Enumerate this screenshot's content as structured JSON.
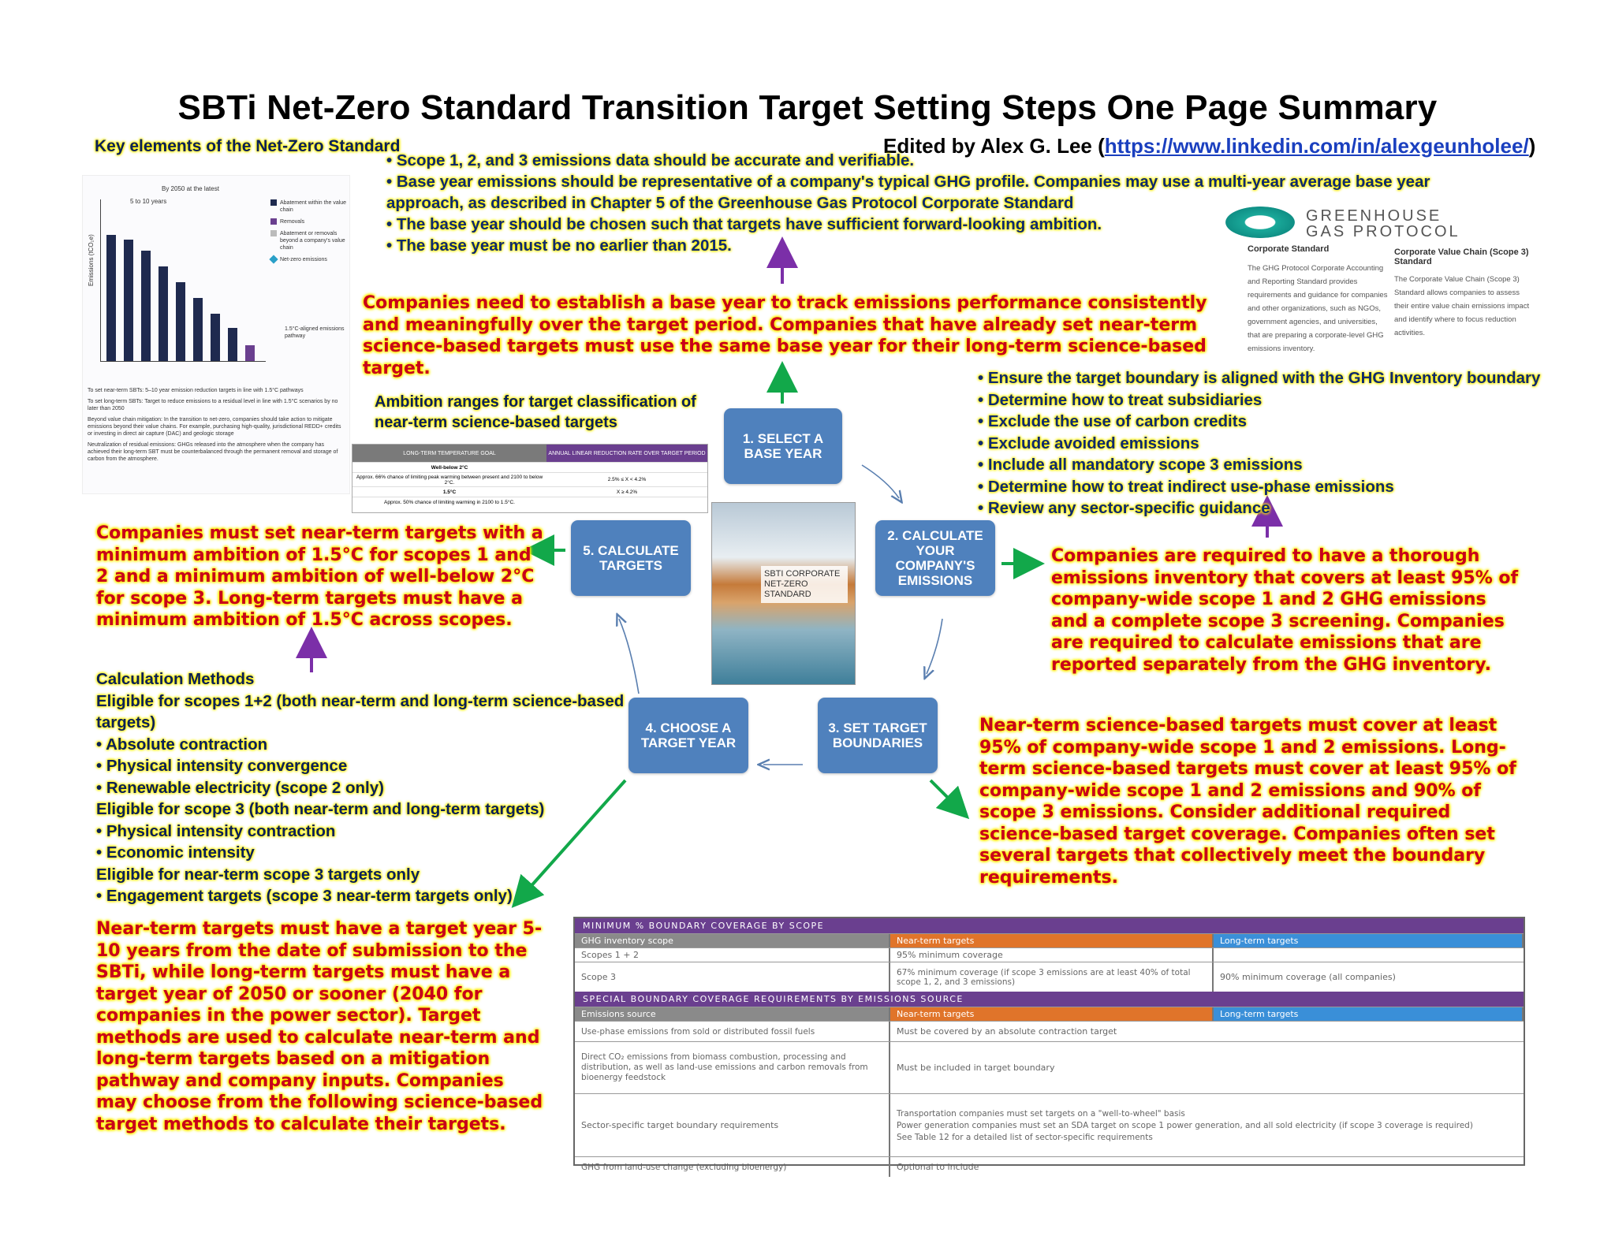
{
  "title": "SBTi Net-Zero Standard Transition Target Setting Steps One Page Summary",
  "edited": {
    "prefix": "Edited by Alex G. Lee (",
    "link": "https://www.linkedin.com/in/alexgeunholee/",
    "suffix": ")"
  },
  "key_elements": {
    "heading": "Key elements of the Net-Zero Standard",
    "legend": [
      "Abatement within the value chain",
      "Removals",
      "Abatement or removals beyond a company's value chain",
      "Net-zero emissions"
    ],
    "axis_label": "Emissions (tCO₂e)",
    "by2050": "By 2050 at the latest",
    "years": "5 to 10 years",
    "pathway": "1.5°C-aligned emissions pathway",
    "notes": [
      "To set near-term SBTs: 5–10 year emission reduction targets in line with 1.5°C pathways",
      "To set long-term SBTs: Target to reduce emissions to a residual level in line with 1.5°C scenarios by no later than 2050",
      "Beyond value chain mitigation: In the transition to net-zero, companies should take action to mitigate emissions beyond their value chains. For example, purchasing high-quality, jurisdictional REDD+ credits or investing in direct air capture (DAC) and geologic storage",
      "Neutralization of residual emissions: GHGs released into the atmosphere when the company has achieved their long-term SBT must be counterbalanced through the permanent removal and storage of carbon from the atmosphere."
    ]
  },
  "base_year_bullets": [
    "Scope 1, 2, and 3 emissions data should be accurate and verifiable.",
    "Base year emissions should be representative of a company's typical GHG profile. Companies may use a multi-year average base year approach, as described in Chapter 5 of the Greenhouse Gas Protocol Corporate Standard",
    "The base year should be chosen such that targets have sufficient forward-looking ambition.",
    "The base year must be no earlier than 2015."
  ],
  "base_year_red": "Companies need to establish a base year to track emissions performance consistently and meaningfully over the target period. Companies that have already set near-term science-based targets must use the same base year for their long-term science-based target.",
  "ambition": {
    "heading": "Ambition ranges for target classification of near-term science-based targets",
    "col1": "LONG-TERM TEMPERATURE GOAL",
    "col2": "ANNUAL LINEAR REDUCTION RATE OVER TARGET PERIOD",
    "r1a": "Well-below 2°C",
    "r1b": "Approx. 66% chance of limiting peak warming between present and 2100 to below 2°C.",
    "r1c": "2.5% ≤ X < 4.2%",
    "r2a": "1.5°C",
    "r2b": "Approx. 50% chance of limiting warming in 2100 to 1.5°C.",
    "r2c": "X ≥ 4.2%"
  },
  "book": "SBTI CORPORATE NET-ZERO STANDARD",
  "steps": {
    "s1": "1. SELECT A BASE YEAR",
    "s2": "2. CALCULATE YOUR COMPANY'S EMISSIONS",
    "s3": "3. SET TARGET BOUNDARIES",
    "s4": "4. CHOOSE A TARGET YEAR",
    "s5": "5. CALCULATE TARGETS"
  },
  "ghg": {
    "logo_line1": "GREENHOUSE",
    "logo_line2": "GAS PROTOCOL",
    "left_h": "Corporate Standard",
    "left_p": "The GHG Protocol Corporate Accounting and Reporting Standard provides requirements and guidance for companies and other organizations, such as NGOs, government agencies, and universities, that are preparing a corporate-level GHG emissions inventory.",
    "right_h": "Corporate Value Chain (Scope 3) Standard",
    "right_p": "The Corporate Value Chain (Scope 3) Standard allows companies to assess their entire value chain emissions impact and identify where to focus reduction activities."
  },
  "emissions_bullets": [
    "Ensure the target boundary is aligned with the GHG Inventory boundary",
    "Determine how to treat subsidiaries",
    "Exclude the use of carbon credits",
    "Exclude avoided emissions",
    "Include all mandatory scope 3 emissions",
    "Determine how to treat indirect use-phase emissions",
    "Review any sector-specific guidance"
  ],
  "emissions_red": "Companies are required to have a thorough emissions inventory that covers at least 95% of company-wide scope 1 and 2 GHG emissions and a complete scope 3 screening. Companies are required to calculate emissions that are reported separately from the GHG inventory.",
  "boundary_red": "Near-term science-based targets must cover at least 95% of company-wide scope 1 and 2 emissions. Long-term science-based targets must cover  at least 95% of company-wide scope 1 and 2 emissions and 90% of scope 3 emissions. Consider additional required science-based target coverage. Companies often set several targets that collectively meet the boundary requirements.",
  "calc_targets_red": "Companies must set near-term targets with a minimum ambition of 1.5°C for scopes 1 and 2 and a minimum ambition of well-below 2°C for scope 3. Long-term targets must have a minimum ambition of 1.5°C across scopes.",
  "calc_methods": {
    "heading": "Calculation Methods",
    "g1": "Eligible for scopes 1+2 (both near-term and long-term science-based targets)",
    "g1_items": [
      "Absolute contraction",
      "Physical intensity convergence",
      "Renewable electricity (scope 2 only)"
    ],
    "g2": "Eligible for scope 3 (both near-term and long-term targets)",
    "g2_items": [
      "Physical intensity contraction",
      "Economic intensity"
    ],
    "g3": "Eligible for near-term scope 3 targets only",
    "g3_items": [
      "Engagement targets (scope 3 near-term targets only)"
    ]
  },
  "target_year_red": "Near-term targets must have a target year 5-10 years from the date of submission to the SBTi, while long-term targets must have a target year of 2050 or sooner (2040 for companies in the power sector). Target methods are used to calculate near-term and long-term targets based on a mitigation pathway and company inputs. Companies may choose from the following science-based target methods to calculate their targets.",
  "coverage": {
    "h1": "MINIMUM % BOUNDARY COVERAGE BY SCOPE",
    "c_scope": "GHG inventory scope",
    "c_near": "Near-term targets",
    "c_long": "Long-term targets",
    "s12": "Scopes 1 + 2",
    "s12_near": "95% minimum coverage",
    "s3": "Scope 3",
    "s3_near": "67% minimum coverage (if scope 3 emissions are at least 40% of total scope 1, 2, and 3 emissions)",
    "s3_long": "90% minimum coverage (all companies)",
    "h2": "SPECIAL BOUNDARY COVERAGE REQUIREMENTS BY EMISSIONS SOURCE",
    "c_source": "Emissions source",
    "e1": "Use-phase emissions from sold or distributed fossil fuels",
    "e1v": "Must be covered by an absolute contraction target",
    "e2": "Direct CO₂ emissions from biomass combustion, processing and distribution, as well as land-use emissions and carbon removals from bioenergy feedstock",
    "e2v": "Must be included in target boundary",
    "e3": "Sector-specific target boundary requirements",
    "e3v1": "Transportation companies must set targets on a \"well-to-wheel\" basis",
    "e3v2": "Power generation companies must set an SDA target on scope 1 power generation, and all sold electricity (if scope 3 coverage is required)",
    "e3v3": "See Table 12 for a detailed list of sector-specific requirements",
    "e4": "GHG from land-use change (excluding bioenergy)",
    "e4v": "Optional to include"
  },
  "colors": {
    "box": "#4f81bd",
    "red_text": "#c8001a",
    "highlight": "#ffef00",
    "purple_arrow": "#7b2fa8",
    "green_arrow": "#12a84a"
  }
}
